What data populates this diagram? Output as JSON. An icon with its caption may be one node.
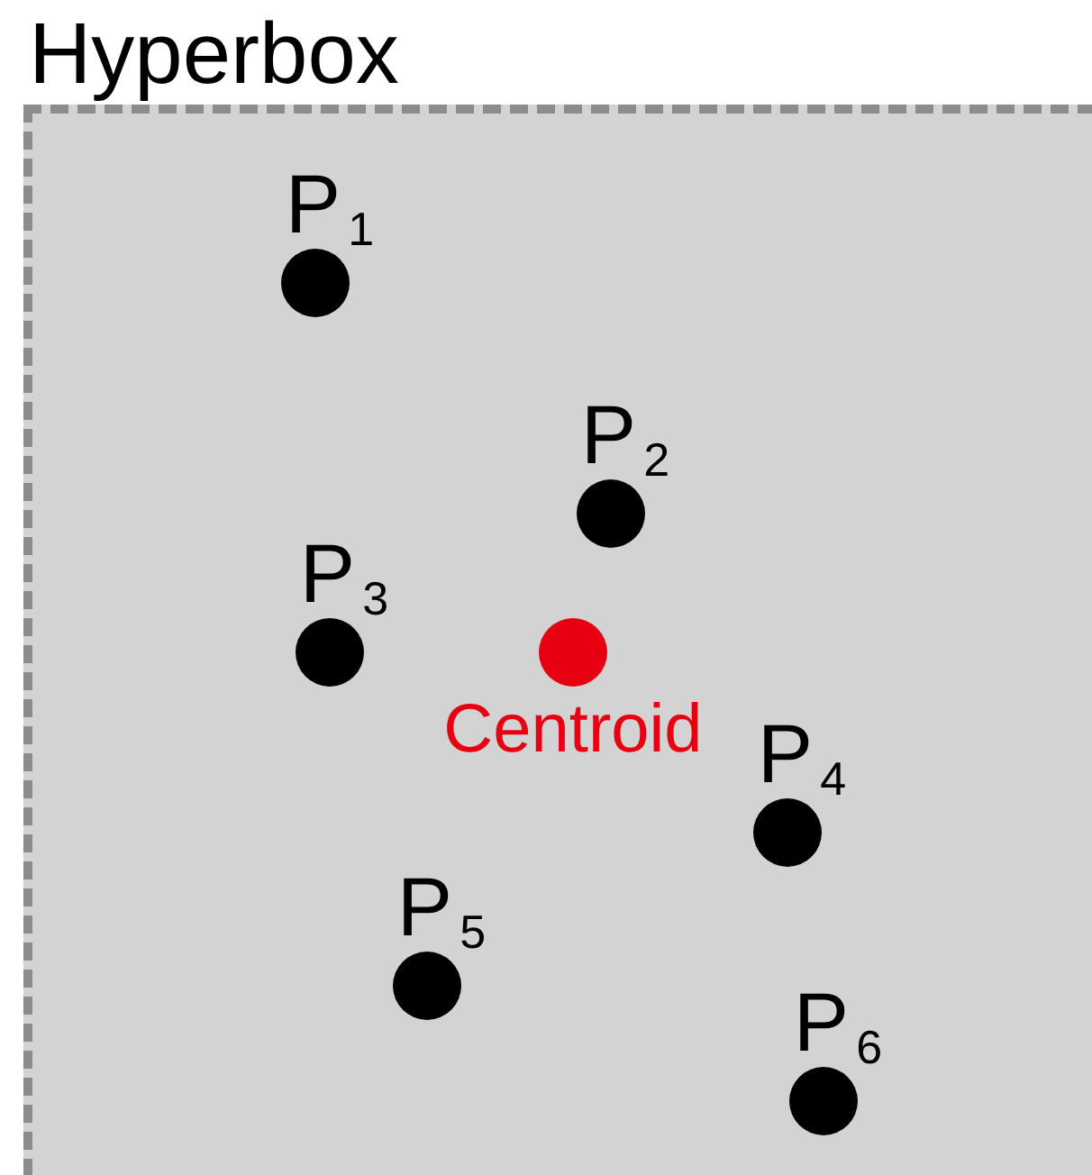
{
  "diagram": {
    "nodes": [
      {
        "text": [
          "Hyperbox"
        ]
      },
      {
        "text": [
          "P$_{1}$"
        ],
        "in": 0
      },
      {
        "text": [
          "P$_{2}$"
        ],
        "in": 0
      },
      {
        "text": [
          "P$_{3}$"
        ],
        "in": 0
      },
      {
        "text": [
          "Centroid"
        ],
        "in": 0
      },
      {
        "text": [
          "P$_{4}$"
        ],
        "in": 0
      },
      {
        "text": [
          "P$_{5}$"
        ],
        "in": 0
      },
      {
        "text": [
          "P$_{6}$"
        ],
        "in": 0
      }
    ]
  }
}
